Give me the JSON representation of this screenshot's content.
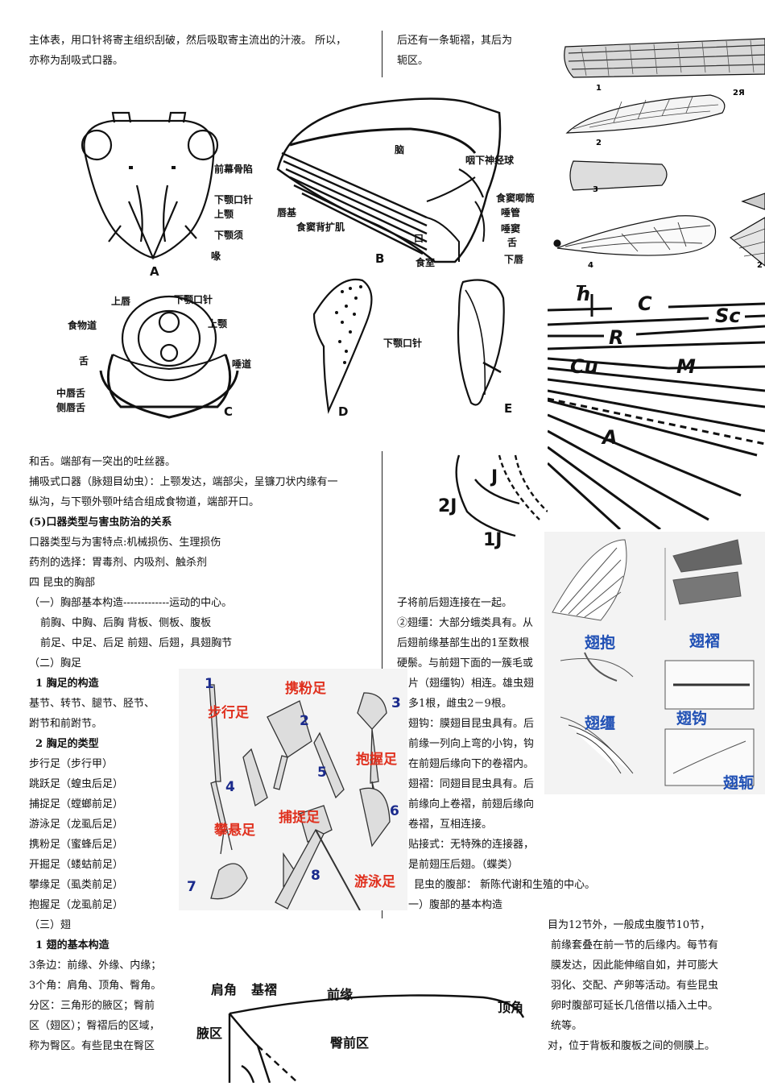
{
  "top_left": [
    "主体表，用口针将寄主组织刮破，然后吸取寄主流出的汁液。 所以，",
    "亦称为刮吸式口器。"
  ],
  "top_mid": [
    "后还有一条轭褶，其后为",
    "轭区。"
  ],
  "mouth_fig": {
    "labels": {
      "a1": "前幕骨陷",
      "a2": "下颚口针",
      "a3": "上颚",
      "a4": "下颚须",
      "a5": "喙",
      "b1": "脑",
      "b2": "咽下神经球",
      "b3": "食窦唧筒",
      "b4": "唾管",
      "b5": "唾窦",
      "b6": "舌",
      "b7": "下唇",
      "b8": "唇基",
      "b9": "食窦背扩肌",
      "b10": "口",
      "b11": "食室",
      "c1": "上唇",
      "c2": "下颚口针",
      "c3": "食物道",
      "c4": "上颚",
      "c5": "舌",
      "c6": "唾道",
      "c7": "中唇舌",
      "c8": "侧唇舌",
      "e1": "下颚口针"
    },
    "letters": [
      "A",
      "B",
      "C",
      "D",
      "E"
    ]
  },
  "wings_fig": {
    "numbers": [
      "1",
      "2",
      "3",
      "4",
      "2",
      "2Я"
    ]
  },
  "vein_fig": {
    "labels": [
      "h",
      "C",
      "Sc",
      "R",
      "M",
      "Cu",
      "A"
    ]
  },
  "jugal_fig": {
    "labels": [
      "J",
      "2J",
      "1J"
    ]
  },
  "mid_left": [
    "和舌。端部有一突出的吐丝器。",
    "捕吸式口器（脉翅目幼虫）：上颚发达，端部尖，呈镰刀状内缘有一",
    "纵沟，与下颚外颚叶结合组成食物道，端部开口。",
    "(5)口器类型与害虫防治的关系",
    "口器类型与为害特点:机械损伤、生理损伤",
    "药剂的选择：胃毒剂、内吸剂、触杀剂",
    "四  昆虫的胸部",
    "（一）胸部基本构造-------------运动的中心。",
    "前胸、中胸、后胸  背板、侧板、腹板",
    "前足、中足、后足  前翅、后翅，具翅胸节",
    "（二）胸足",
    "1    胸足的构造",
    "基节、转节、腿节、胫节、",
    "跗节和前跗节。",
    "2    胸足的类型",
    "步行足（步行甲）",
    "跳跃足（蝗虫后足）",
    "捕捉足（螳螂前足）",
    "游泳足（龙虱后足）",
    "携粉足（蜜蜂后足）",
    "开掘足（蝼蛄前足）",
    "攀缘足（虱类前足）",
    "抱握足（龙虱前足）",
    "（三）翅",
    "1    翅的基本构造",
    "3条边：前缘、外缘、内缘；",
    "3个角：肩角、顶角、臀角。",
    "分区：三角形的腋区；臀前",
    "区（翅区）；臀褶后的区域，",
    "称为臀区。有些昆虫在臀区"
  ],
  "mid_right": [
    "子将前后翅连接在一起。",
    "②翅缰：大部分蛾类具有。从",
    "后翅前缘基部生出的1至数根",
    "硬鬃。与前翅下面的一簇毛或",
    "片（翅缰钩）相连。雄虫翅",
    "多1根，雌虫2－9根。",
    "翅钩：膜翅目昆虫具有。后",
    "前缘一列向上弯的小钩，钩",
    "在前翅后缘向下的卷褶内。",
    "翅褶：同翅目昆虫具有。后",
    "前缘向上卷褶，前翅后缘向",
    "卷褶，互相连接。",
    "贴接式：无特殊的连接器，",
    "是前翅压后翅。（蝶类）"
  ],
  "abdomen": [
    "昆虫的腹部：  新陈代谢和生殖的中心。",
    "一）腹部的基本构造"
  ],
  "bottom_right": [
    "目为12节外，一般成虫腹节10节，",
    "前缘套叠在前一节的后缘内。每节有",
    "膜发达，因此能伸缩自如，并可膨大",
    "羽化、交配、产卵等活动。有些昆虫",
    "卵时腹部可延长几倍借以插入土中。",
    "统等。",
    "对，位于背板和腹板之间的侧膜上。"
  ],
  "legs_fig": {
    "labels": [
      "步行足",
      "携粉足",
      "抱握足",
      "攀悬足",
      "捕捉足",
      "游泳足"
    ],
    "numbers": [
      "1",
      "2",
      "3",
      "4",
      "5",
      "6",
      "7",
      "8"
    ],
    "label_color": "#e0301e",
    "number_color": "#1a2a8c"
  },
  "coupling_fig": {
    "labels": [
      "翅抱",
      "翅褶",
      "翅缰",
      "翅钩",
      "翅轭"
    ],
    "label_color": "#1f4fb4"
  },
  "wingzone_fig": {
    "labels": [
      "肩角",
      "基褶",
      "前缘",
      "顶角",
      "腋区",
      "臀前区"
    ]
  }
}
